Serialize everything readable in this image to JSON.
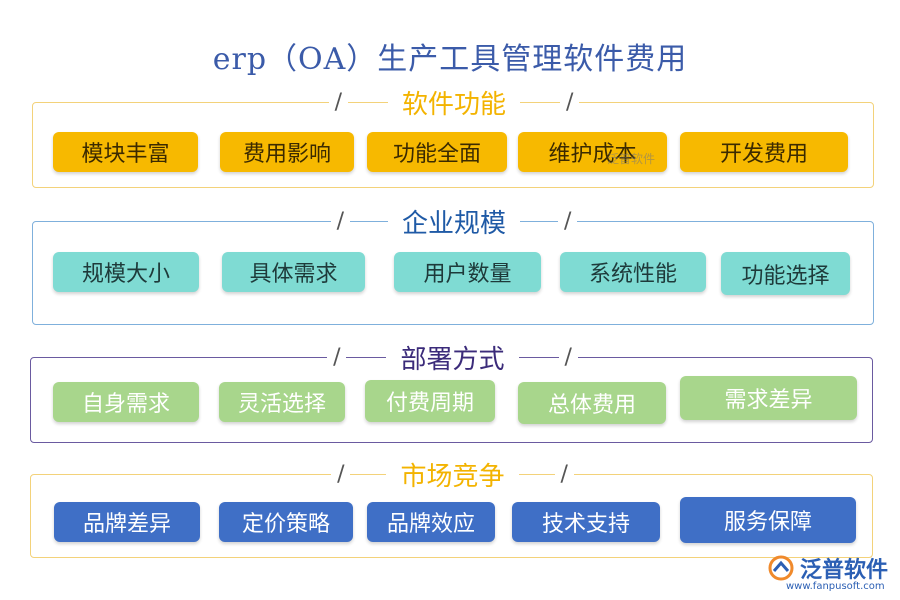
{
  "title": "erp（OA）生产工具管理软件费用",
  "sections": [
    {
      "title": "软件功能",
      "color": "#f6b800",
      "items": [
        "模块丰富",
        "费用影响",
        "功能全面",
        "维护成本",
        "开发费用"
      ]
    },
    {
      "title": "企业规模",
      "color": "#1f5aa6",
      "items": [
        "规模大小",
        "具体需求",
        "用户数量",
        "系统性能",
        "功能选择"
      ]
    },
    {
      "title": "部署方式",
      "color": "#3b2b7a",
      "items": [
        "自身需求",
        "灵活选择",
        "付费周期",
        "总体费用",
        "需求差异"
      ]
    },
    {
      "title": "市场竞争",
      "color": "#f6b800",
      "items": [
        "品牌差异",
        "定价策略",
        "品牌效应",
        "技术支持",
        "服务保障"
      ]
    }
  ],
  "colors": {
    "title": "#3b5ba9",
    "yellow_pill": "#f7b900",
    "yellow_text": "#3b2a00",
    "teal_pill": "#7fdbd3",
    "teal_text": "#1e3a3a",
    "green_pill": "#a8d68c",
    "green_text": "#ffffff",
    "blue_pill": "#3f6fc6",
    "blue_text": "#ffffff"
  },
  "logo": {
    "name": "泛普软件",
    "url": "www.fanpusoft.com",
    "icon": "fanpu-logo-icon"
  },
  "watermark": "泛普软件"
}
